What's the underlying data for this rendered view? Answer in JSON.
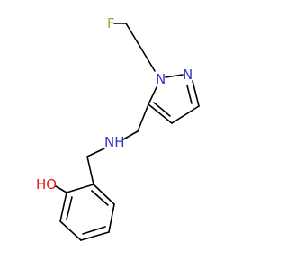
{
  "molecule": {
    "atoms": {
      "fluorine": "F",
      "pyrazole_n1": "N",
      "pyrazole_n2": "N",
      "amine_nh": "NH",
      "hydroxyl": "HO"
    },
    "colors": {
      "bond": "#000000",
      "fluorine": "#8db33c",
      "nitrogen": "#3333cc",
      "oxygen": "#e8140c"
    }
  }
}
